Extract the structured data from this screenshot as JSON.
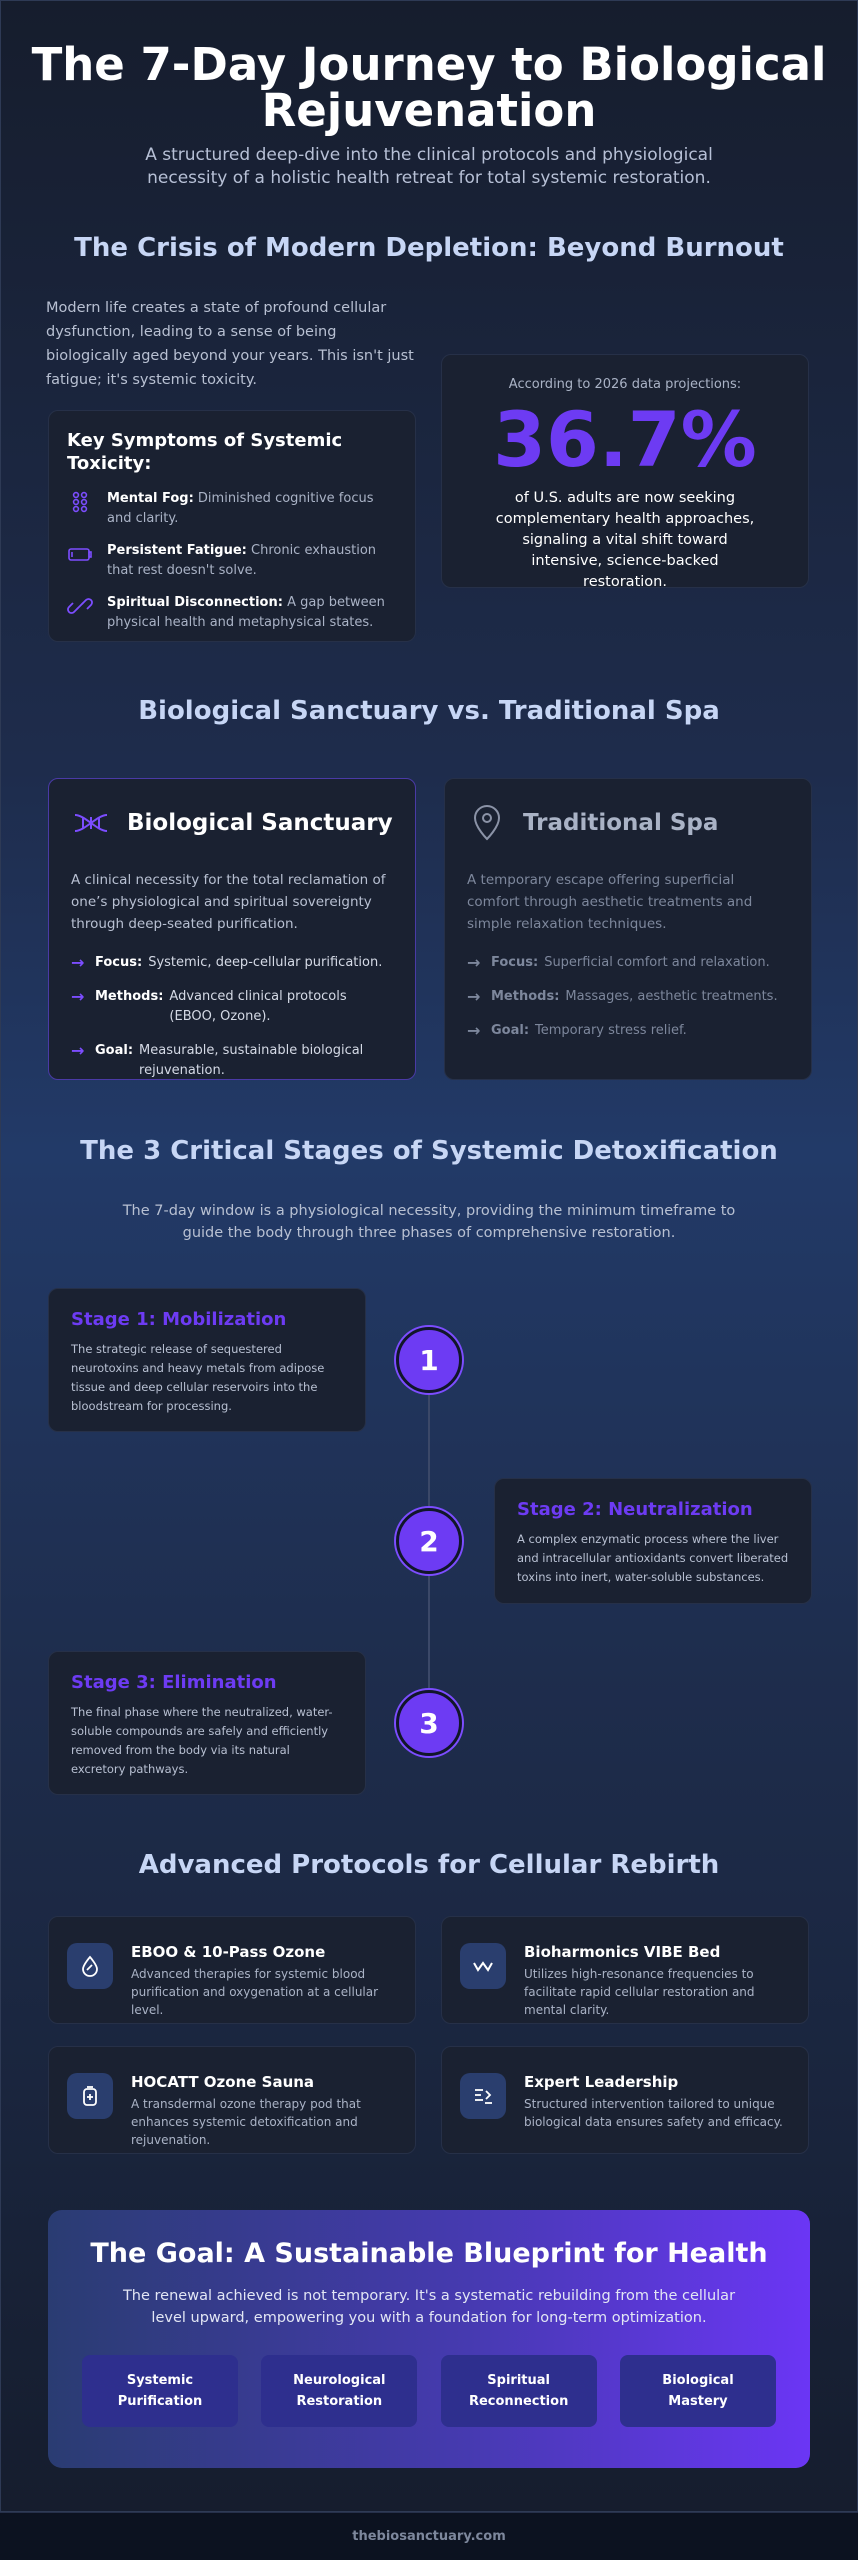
{
  "hero": {
    "title": "The 7-Day Journey to Biological Rejuvenation",
    "subtitle": "A structured deep-dive into the clinical protocols and physiological necessity of a holistic health retreat for total systemic restoration."
  },
  "crisis": {
    "title": "The Crisis of Modern Depletion: Beyond Burnout",
    "intro": "Modern life creates a state of profound cellular dysfunction, leading to a sense of being biologically aged beyond your years. This isn't just fatigue; it's systemic toxicity.",
    "symptoms_title": "Key Symptoms of Systemic Toxicity:",
    "symptoms": [
      {
        "name": "Mental Fog:",
        "text": "Diminished cognitive focus and clarity.",
        "icon": "brain-grid-icon"
      },
      {
        "name": "Persistent Fatigue:",
        "text": "Chronic exhaustion that rest doesn't solve.",
        "icon": "low-battery-icon"
      },
      {
        "name": "Spiritual Disconnection:",
        "text": "A gap between physical health and metaphysical states.",
        "icon": "broken-link-icon"
      }
    ],
    "stat_pre": "According to 2026 data projections:",
    "stat_value": "36.7%",
    "stat_post": "of U.S. adults are now seeking complementary health approaches, signaling a vital shift toward intensive, science-backed restoration."
  },
  "comparison": {
    "title": "Biological Sanctuary vs. Traditional Spa",
    "left": {
      "title": "Biological Sanctuary",
      "icon": "dna-icon",
      "desc": "A clinical necessity for the total reclamation of one’s physiological and spiritual sovereignty through deep-seated purification.",
      "items": [
        {
          "k": "Focus:",
          "v": "Systemic, deep-cellular purification."
        },
        {
          "k": "Methods:",
          "v": "Advanced clinical protocols (EBOO, Ozone)."
        },
        {
          "k": "Goal:",
          "v": "Measurable, sustainable biological rejuvenation."
        }
      ]
    },
    "right": {
      "title": "Traditional Spa",
      "icon": "map-pin-icon",
      "desc": "A temporary escape offering superficial comfort through aesthetic treatments and simple relaxation techniques.",
      "items": [
        {
          "k": "Focus:",
          "v": "Superficial comfort and relaxation."
        },
        {
          "k": "Methods:",
          "v": "Massages, aesthetic treatments."
        },
        {
          "k": "Goal:",
          "v": "Temporary stress relief."
        }
      ]
    },
    "arrow": "→"
  },
  "stages": {
    "title": "The 3 Critical Stages of Systemic Detoxification",
    "desc": "The 7-day window is a physiological necessity, providing the minimum timeframe to guide the body through three phases of comprehensive restoration.",
    "items": [
      {
        "num": "1",
        "title": "Stage 1: Mobilization",
        "desc": "The strategic release of sequestered neurotoxins and heavy metals from adipose tissue and deep cellular reservoirs into the bloodstream for processing."
      },
      {
        "num": "2",
        "title": "Stage 2: Neutralization",
        "desc": "A complex enzymatic process where the liver and intracellular antioxidants convert liberated toxins into inert, water-soluble substances."
      },
      {
        "num": "3",
        "title": "Stage 3: Elimination",
        "desc": "The final phase where the neutralized, water-soluble compounds are safely and efficiently removed from the body via its natural excretory pathways."
      }
    ]
  },
  "protocols": {
    "title": "Advanced Protocols for Cellular Rebirth",
    "items": [
      {
        "title": "EBOO & 10-Pass Ozone",
        "desc": "Advanced therapies for systemic blood purification and oxygenation at a cellular level.",
        "icon": "droplet-icon"
      },
      {
        "title": "Bioharmonics VIBE Bed",
        "desc": "Utilizes high-resonance frequencies to facilitate rapid cellular restoration and mental clarity.",
        "icon": "wave-icon"
      },
      {
        "title": "HOCATT Ozone Sauna",
        "desc": "A transdermal ozone therapy pod that enhances systemic detoxification and rejuvenation.",
        "icon": "sauna-pod-icon"
      },
      {
        "title": "Expert Leadership",
        "desc": "Structured intervention tailored to unique biological data ensures safety and efficacy.",
        "icon": "checklist-icon"
      }
    ]
  },
  "goal": {
    "title": "The Goal: A Sustainable Blueprint for Health",
    "desc": "The renewal achieved is not temporary. It's a systematic rebuilding from the cellular level upward, empowering you with a foundation for long-term optimization.",
    "pills": [
      "Systemic Purification",
      "Neurological Restoration",
      "Spiritual Reconnection",
      "Biological Mastery"
    ]
  },
  "footer": {
    "site": "thebiosanctuary.com"
  },
  "colors": {
    "accent": "#6d3bf3",
    "heading": "#c7d6f5"
  }
}
